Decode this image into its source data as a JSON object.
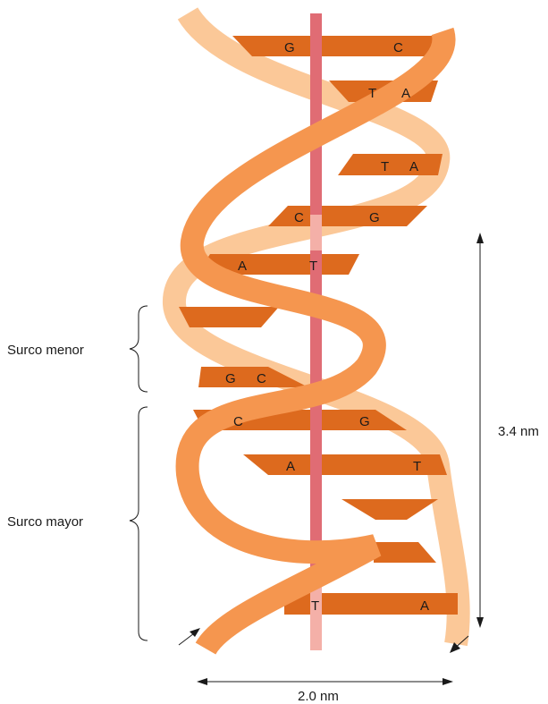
{
  "labels": {
    "minor_groove": "Surco menor",
    "major_groove": "Surco mayor",
    "pitch": "3.4 nm",
    "width": "2.0 nm"
  },
  "base_pairs": [
    {
      "left": "G",
      "right": "C"
    },
    {
      "left": "T",
      "right": "A"
    },
    {
      "left": "T",
      "right": "A"
    },
    {
      "left": "C",
      "right": "G"
    },
    {
      "left": "A",
      "right": "T"
    },
    {
      "left": "",
      "right": ""
    },
    {
      "left": "G",
      "right": "C"
    },
    {
      "left": "C",
      "right": "G"
    },
    {
      "left": "A",
      "right": "T"
    },
    {
      "left": "",
      "right": ""
    },
    {
      "left": "",
      "right": ""
    },
    {
      "left": "T",
      "right": "A"
    }
  ],
  "colors": {
    "backbone_front": "#f5964f",
    "backbone_back": "#fbc898",
    "base_pair": "#dd6a1e",
    "axis_front": "#e06c74",
    "axis_back": "#f4b0a8",
    "text": "#1a1a1a"
  }
}
